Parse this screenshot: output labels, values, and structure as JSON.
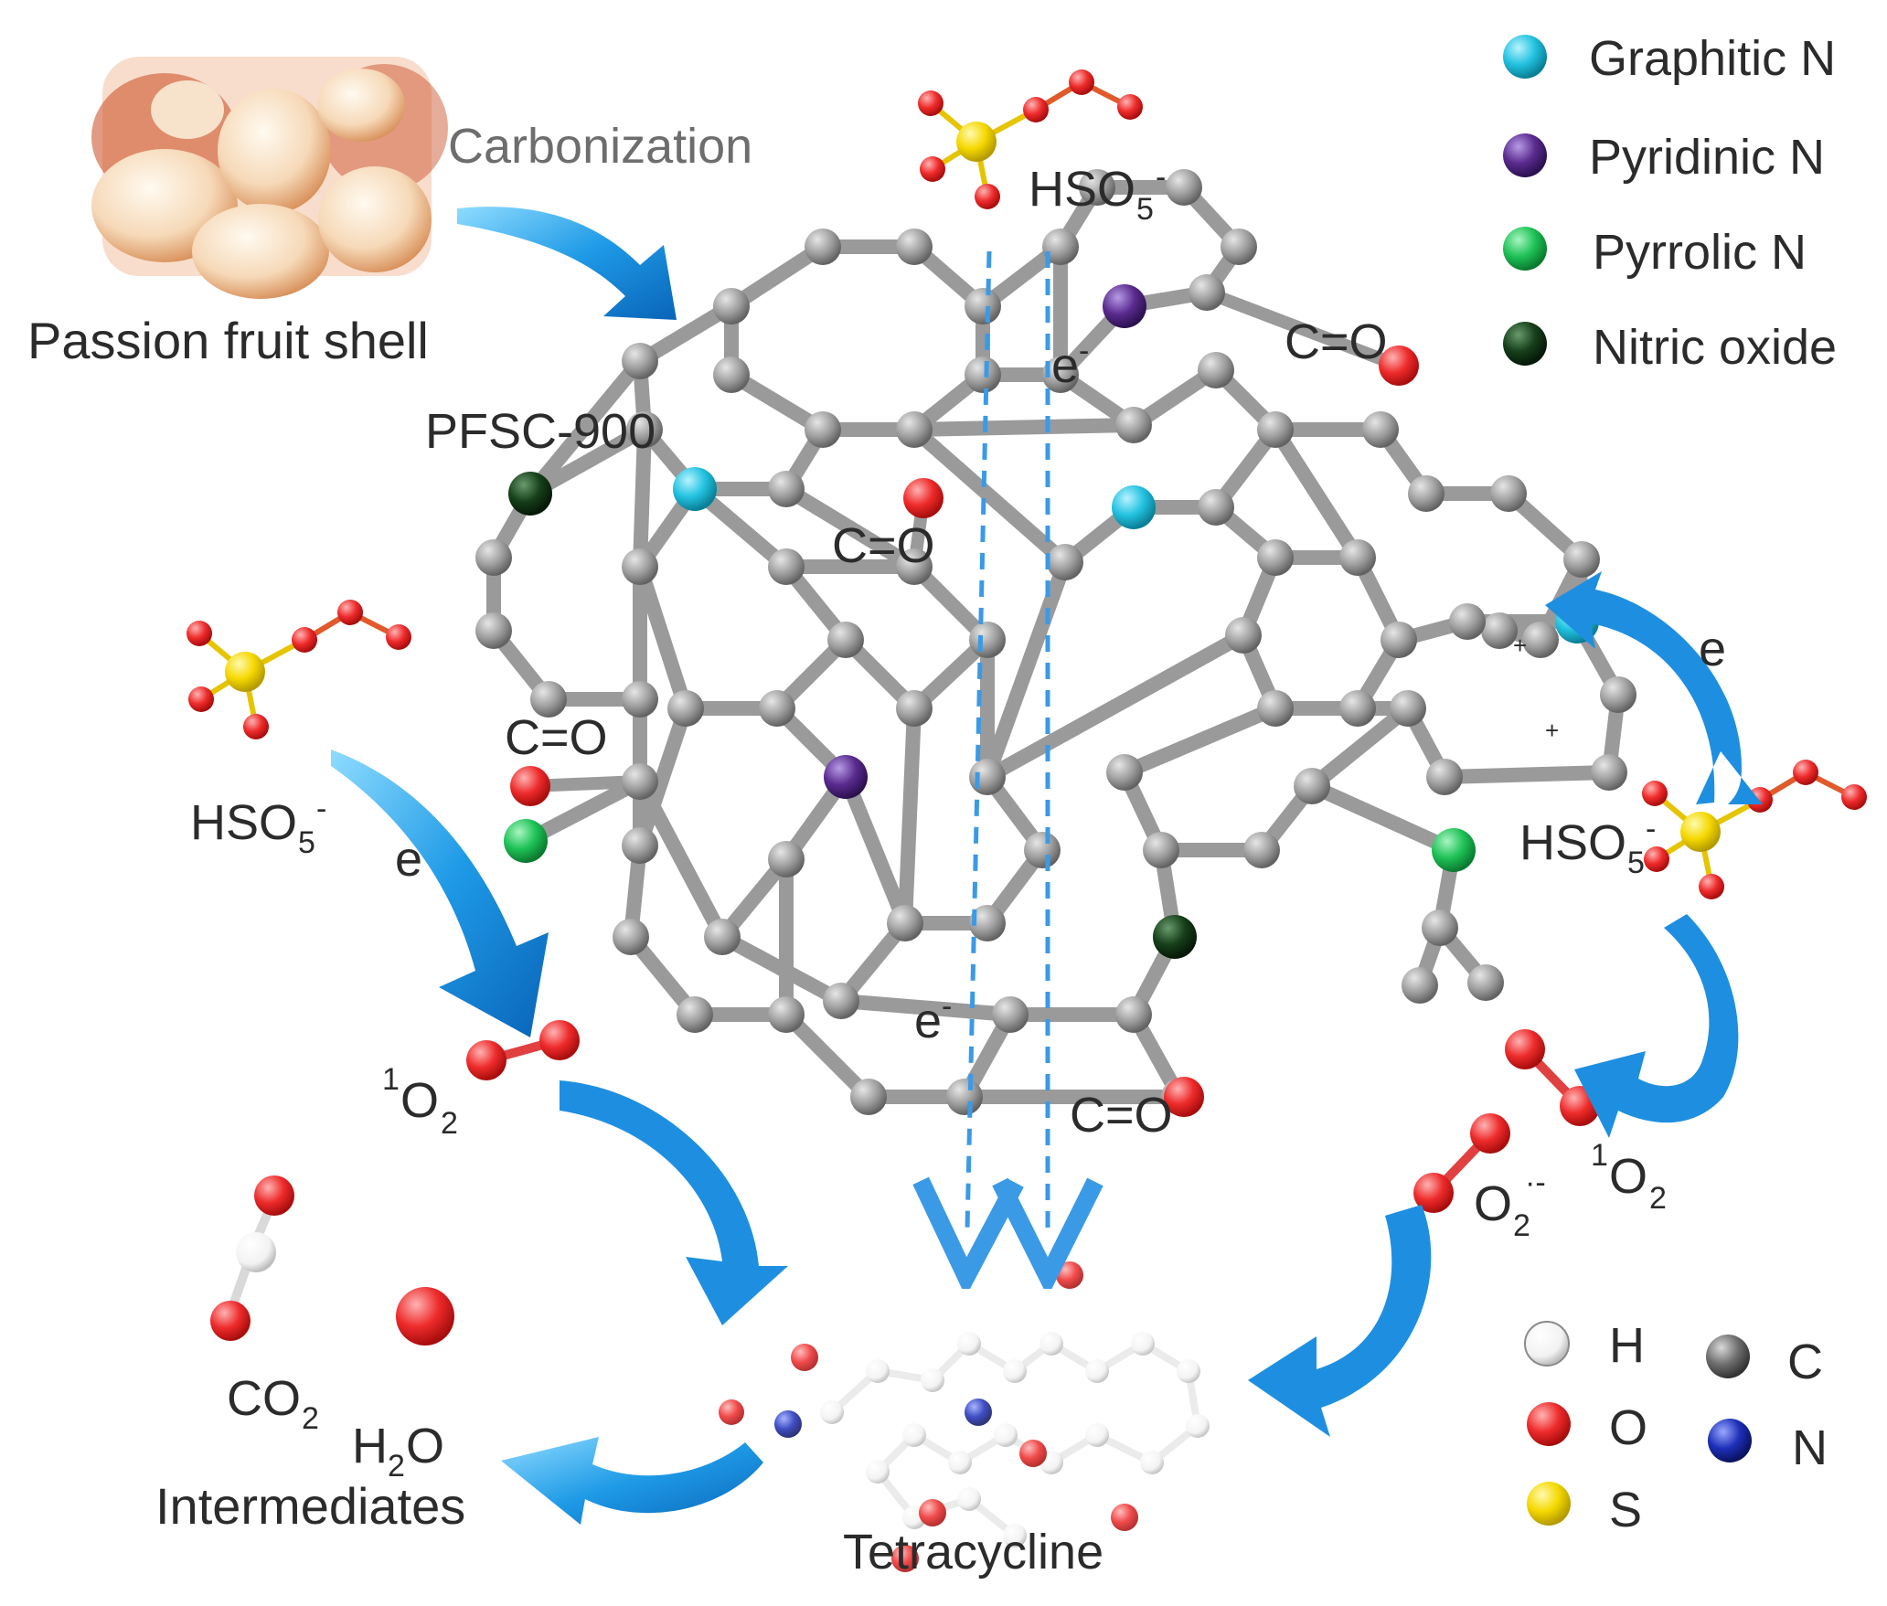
{
  "labels": {
    "carbonization": "Carbonization",
    "passion_fruit_shell": "Passion fruit shell",
    "pfsc": "PFSC-900",
    "hso5_top": "HSO",
    "hso5_left": "HSO",
    "hso5_right": "HSO",
    "sub5": "5",
    "sup_minus": "-",
    "co_1": "C=O",
    "co_2": "C=O",
    "co_3": "C=O",
    "co_4": "C=O",
    "e_top": "e",
    "e_mid": "e",
    "e_left": "e",
    "e_right": "e",
    "singlet_left_sup": "1",
    "singlet_left_o": "O",
    "singlet_right_sup": "1",
    "singlet_right_o": "O",
    "sub2": "2",
    "superoxide_o": "O",
    "superoxide_sup": "·-",
    "co2_c": "CO",
    "h2o_h": "H",
    "h2o_o": "O",
    "intermediates": "Intermediates",
    "tetracycline": "Tetracycline"
  },
  "legend_top": [
    {
      "label": "Graphitic N",
      "color": "#2bc4dc"
    },
    {
      "label": "Pyridinic N",
      "color": "#5b2d8e"
    },
    {
      "label": "Pyrrolic N",
      "color": "#22c45a"
    },
    {
      "label": "Nitric oxide",
      "color": "#0f3a14"
    }
  ],
  "legend_atoms": [
    {
      "label": "H",
      "color": "#ffffff"
    },
    {
      "label": "C",
      "color": "#6f6f6f"
    },
    {
      "label": "O",
      "color": "#ef2a2a"
    },
    {
      "label": "N",
      "color": "#1d2fb8"
    },
    {
      "label": "S",
      "color": "#f3d200"
    }
  ],
  "colors": {
    "carbon": "#8d8d8d",
    "bond": "#9a9a9a",
    "oxygen": "#ec2424",
    "sulfur": "#f5d800",
    "arrow": "#1e8fe0",
    "dash": "#3b9ae6"
  }
}
